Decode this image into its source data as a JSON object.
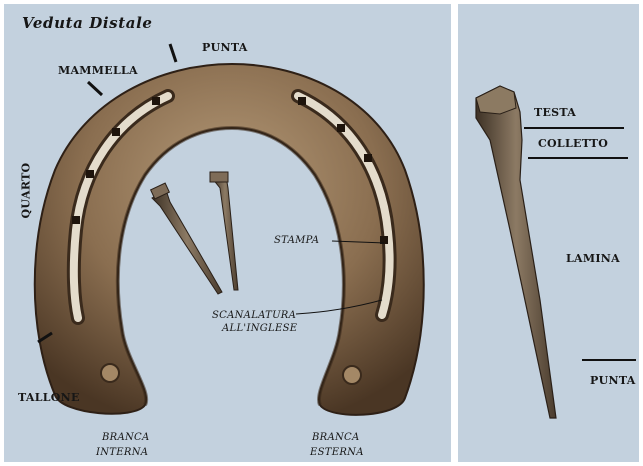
{
  "title": "Veduta Distale",
  "labels": {
    "punta_top": "PUNTA",
    "mammella": "MAMMELLA",
    "quarto": "QUARTO",
    "tallone": "TALLONE",
    "stampa": "STAMPA",
    "scanalatura_1": "SCANALATURA",
    "scanalatura_2": "ALL'INGLESE",
    "branca_interna_1": "BRANCA",
    "branca_interna_2": "INTERNA",
    "branca_esterna_1": "BRANCA",
    "branca_esterna_2": "ESTERNA"
  },
  "nail_labels": {
    "testa": "TESTA",
    "colletto": "COLLETTO",
    "lamina": "LAMINA",
    "punta": "PUNTA"
  },
  "colors": {
    "background": "#c3d1de",
    "shoe_metal": "#8a6e50",
    "shoe_dark": "#3a2a1c",
    "groove": "#e4dccc",
    "nail": "#5a4c3e"
  }
}
